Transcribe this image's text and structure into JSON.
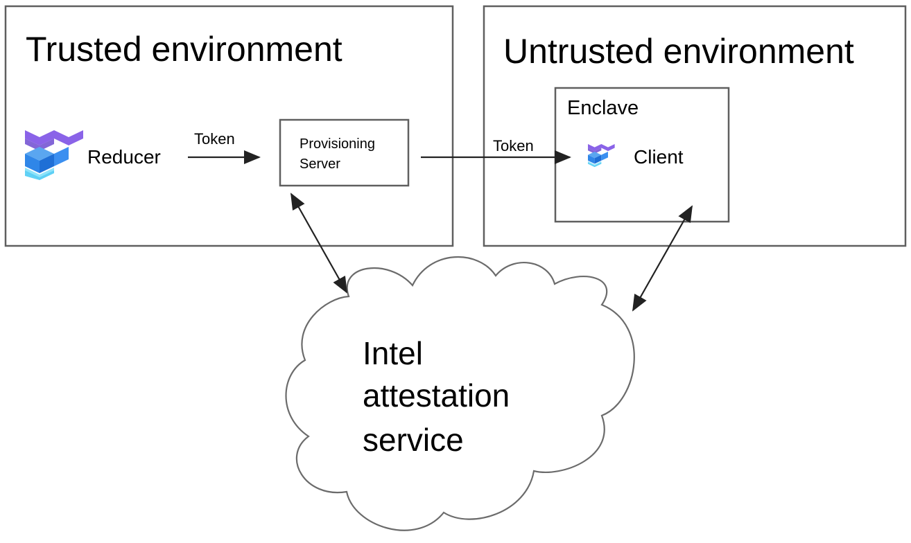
{
  "zones": {
    "trusted": {
      "title": "Trusted environment"
    },
    "untrusted": {
      "title": "Untrusted environment"
    },
    "enclave": {
      "title": "Enclave"
    }
  },
  "nodes": {
    "reducer": {
      "label": "Reducer",
      "icon": "layered-cubes-logo-icon"
    },
    "provisioning": {
      "line1": "Provisioning",
      "line2": "Server"
    },
    "client": {
      "label": "Client",
      "icon": "layered-cubes-logo-icon"
    },
    "attestation": {
      "line1": "Intel",
      "line2": "attestation",
      "line3": "service"
    }
  },
  "edges": {
    "reducer_to_server": {
      "label": "Token",
      "direction": "one-way"
    },
    "server_to_client": {
      "label": "Token",
      "direction": "one-way"
    },
    "server_attestation": {
      "direction": "two-way"
    },
    "client_attestation": {
      "direction": "two-way"
    }
  },
  "colors": {
    "logo_top": "#8a63e8",
    "logo_mid": "#2f86e8",
    "logo_bottom": "#5ed0f5",
    "border": "#5f5f5f",
    "arrow": "#222222"
  }
}
